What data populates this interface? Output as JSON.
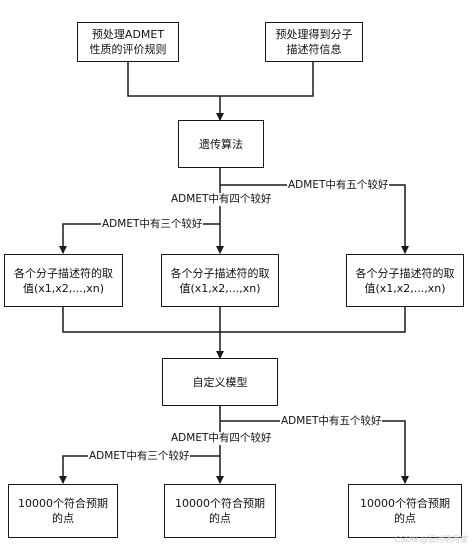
{
  "nodes": {
    "admet_rules": {
      "lines": [
        "预处理ADMET",
        "性质的评价规则"
      ]
    },
    "descriptors": {
      "lines": [
        "预处理得到分子",
        "描述符信息"
      ]
    },
    "ga": {
      "lines": [
        "遗传算法"
      ]
    },
    "range_left": {
      "lines": [
        "各个分子描述符的取",
        "值(x1,x2,...,xn)"
      ]
    },
    "range_mid": {
      "lines": [
        "各个分子描述符的取",
        "值(x1,x2,...,xn)"
      ]
    },
    "range_right": {
      "lines": [
        "各个分子描述符的取",
        "值(x1,x2,...,xn)"
      ]
    },
    "custom_model": {
      "lines": [
        "自定义模型"
      ]
    },
    "points_left": {
      "lines": [
        "10000个符合预期",
        "的点"
      ]
    },
    "points_mid": {
      "lines": [
        "10000个符合预期",
        "的点"
      ]
    },
    "points_right": {
      "lines": [
        "10000个符合预期",
        "的点"
      ]
    }
  },
  "edge_labels": {
    "top_five": "ADMET中有五个较好",
    "top_four": "ADMET中有四个较好",
    "top_three": "ADMET中有三个较好",
    "bottom_five": "ADMET中有五个较好",
    "bottom_four": "ADMET中有四个较好",
    "bottom_three": "ADMET中有三个较好"
  },
  "watermark": "CSDN @旧时明月堂",
  "colors": {
    "stroke": "#1a1a1a",
    "background": "#ffffff"
  }
}
